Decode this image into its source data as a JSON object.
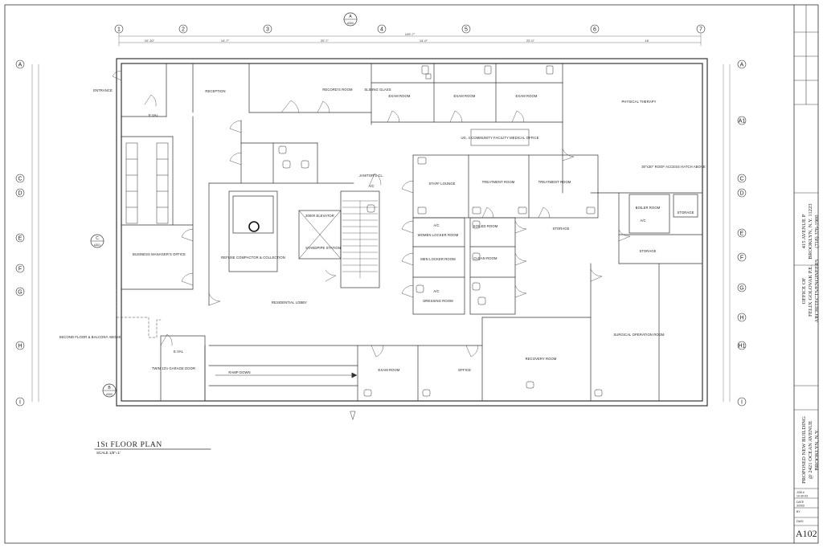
{
  "plan": {
    "title": "1St FLOOR PLAN",
    "scale": "SCALE 1/8\"=1'"
  },
  "column_grid": [
    "1",
    "2",
    "3",
    "4",
    "5",
    "6",
    "7"
  ],
  "row_grid_left": [
    "A",
    "C",
    "D",
    "E",
    "F",
    "G",
    "H",
    "I"
  ],
  "row_grid_right": [
    "A",
    "A1",
    "C",
    "D",
    "E",
    "F",
    "G",
    "H",
    "H1",
    "I"
  ],
  "section_markers": {
    "top": {
      "letter": "A",
      "sheet": "A300"
    },
    "left": {
      "letter": "C",
      "sheet": "A301"
    },
    "bottom": {
      "letter": "B",
      "sheet": "A300"
    }
  },
  "dimensions": {
    "overall": "109'-7\"",
    "columns": [
      "10'-10\"",
      "14'-7\"",
      "20'-7\"",
      "14'-0\"",
      "22'-0\"",
      "16'"
    ]
  },
  "rooms": {
    "entrance": "ENTRANCE",
    "reception": "RECEPTION",
    "records_room": "RECORD'S ROOM",
    "sliding_glass": "SLIDING GLASS",
    "exam_room": "EXAM ROOM",
    "physical_therapy": "PHYSICAL THERAPY",
    "facility_office": "UG. 4 COMMUNITY FACILITY MEDICAL OFFICE",
    "staff_lounge": "STAFF LOUNGE",
    "treatment_room": "TREATMENT ROOM",
    "roof_hatch": "30\"x30\" ROOF ACCESS HATCH ABOVE",
    "boiler_room": "BOILER ROOM",
    "storage": "STORAGE",
    "janitors_cl": "JANITOR'S CL.",
    "ac": "A/C",
    "elevator": "2000# ELEVATOR",
    "standpipe": "STANDPIPE STATION",
    "refuse": "REFUSE COMPACTOR & COLLECTION",
    "business_office": "BUSINESS MANAGER'S OFFICE",
    "residential_lobby": "RESIDENTIAL LOBBY",
    "women_locker": "WOMEN LOCKER ROOM",
    "men_locker": "MEN LOCKER ROOM",
    "dressing_room": "DRESSING ROOM",
    "soiled_room": "SOILED ROOM",
    "clean_room": "CLEAN ROOM",
    "recovery_room": "RECOVERY ROOM",
    "surgical_room": "SURGICAL OPERATION ROOM",
    "office": "OFFICE",
    "ramp": "RAMP DOWN",
    "second_floor": "SECOND FLOOR & BALCONY ABOVE",
    "garage": "TWIN 13'x GARAGE DOOR",
    "eval": "E.VAL"
  },
  "title_block": {
    "office_line1": "OFFICE OF",
    "office_line2": "FELIX GOLOVAK P.E.",
    "office_line3": "ARCHITECTS/ENGINEERS",
    "address_line1": "415 AVENUE P",
    "address_line2": "BROOKLYN, N.Y. 11223",
    "phone": "(718) 376-1900",
    "project_line1": "PROPOSED NEW BUILDING",
    "project_line2": "@ 2421 OCEAN AVENUE",
    "project_line3": "BROOKLYN, N.Y.",
    "job_label": "JOB #",
    "job_date": "10-30-03",
    "date_label": "DATE",
    "date_value": "3/3/03",
    "by_label": "BY",
    "dwg_label": "DWG",
    "sheet_no": "A102"
  }
}
